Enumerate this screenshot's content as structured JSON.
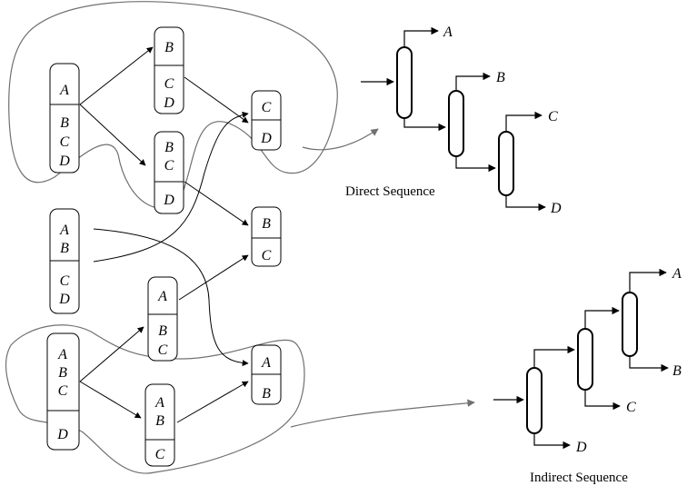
{
  "diagram": {
    "separation_boxes": [
      {
        "id": "abcd-a",
        "top": [
          "A"
        ],
        "bottom": [
          "B",
          "C",
          "D"
        ]
      },
      {
        "id": "bcd-b",
        "top": [
          "B"
        ],
        "bottom": [
          "C",
          "D"
        ]
      },
      {
        "id": "bcd-bc",
        "top": [
          "B",
          "C"
        ],
        "bottom": [
          "D"
        ]
      },
      {
        "id": "cd",
        "top": [
          "C"
        ],
        "bottom": [
          "D"
        ]
      },
      {
        "id": "abcd-ab",
        "top": [
          "A",
          "B"
        ],
        "bottom": [
          "C",
          "D"
        ]
      },
      {
        "id": "bc",
        "top": [
          "B"
        ],
        "bottom": [
          "C"
        ]
      },
      {
        "id": "abc-a",
        "top": [
          "A"
        ],
        "bottom": [
          "B",
          "C"
        ]
      },
      {
        "id": "abcd-abc",
        "top": [
          "A",
          "B",
          "C"
        ],
        "bottom": [
          "D"
        ]
      },
      {
        "id": "abc-ab",
        "top": [
          "A",
          "B"
        ],
        "bottom": [
          "C"
        ]
      },
      {
        "id": "ab",
        "top": [
          "A"
        ],
        "bottom": [
          "B"
        ]
      }
    ],
    "direct_sequence": {
      "caption": "Direct Sequence",
      "products": [
        "A",
        "B",
        "C",
        "D"
      ]
    },
    "indirect_sequence": {
      "caption": "Indirect Sequence",
      "products": [
        "A",
        "B",
        "C",
        "D"
      ]
    }
  }
}
